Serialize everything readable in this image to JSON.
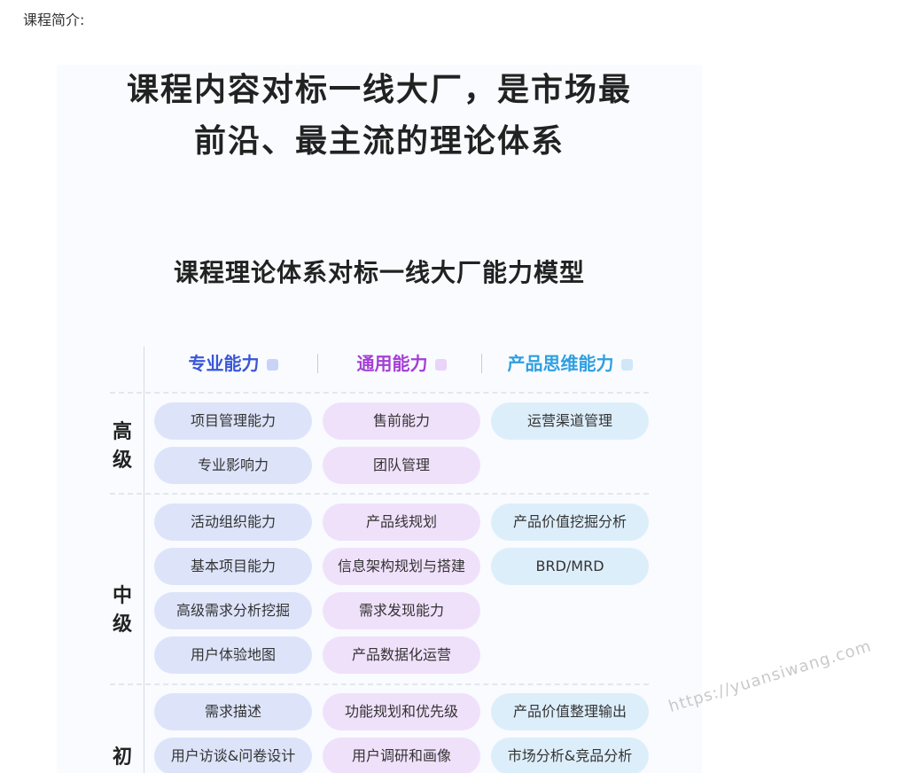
{
  "intro_label": "课程简介:",
  "poster": {
    "headline_line1": "课程内容对标一线大厂，是市场最",
    "headline_line2": "前沿、最主流的理论体系",
    "subheadline": "课程理论体系对标一线大厂能力模型",
    "columns": [
      {
        "label": "专业能力",
        "color": "#3a57d6",
        "square_color": "#c9d3f7"
      },
      {
        "label": "通用能力",
        "color": "#a43fd6",
        "square_color": "#ead4f8"
      },
      {
        "label": "产品思维能力",
        "color": "#2f9fe0",
        "square_color": "#cfe7f9"
      }
    ],
    "levels": [
      {
        "label": "高级"
      },
      {
        "label": "中级"
      },
      {
        "label": "初"
      }
    ],
    "advanced": [
      [
        "项目管理能力",
        "售前能力",
        "运营渠道管理"
      ],
      [
        "专业影响力",
        "团队管理",
        null
      ]
    ],
    "intermediate": [
      [
        "活动组织能力",
        "产品线规划",
        "产品价值挖掘分析"
      ],
      [
        "基本项目能力",
        "信息架构规划与搭建",
        "BRD/MRD"
      ],
      [
        "高级需求分析挖掘",
        "需求发现能力",
        null
      ],
      [
        "用户体验地图",
        "产品数据化运营",
        null
      ]
    ],
    "beginner": [
      [
        "需求描述",
        "功能规划和优先级",
        "产品价值整理输出"
      ],
      [
        "用户访谈&问卷设计",
        "用户调研和画像",
        "市场分析&竞品分析"
      ]
    ]
  },
  "watermark": "https://yuansiwang.com"
}
